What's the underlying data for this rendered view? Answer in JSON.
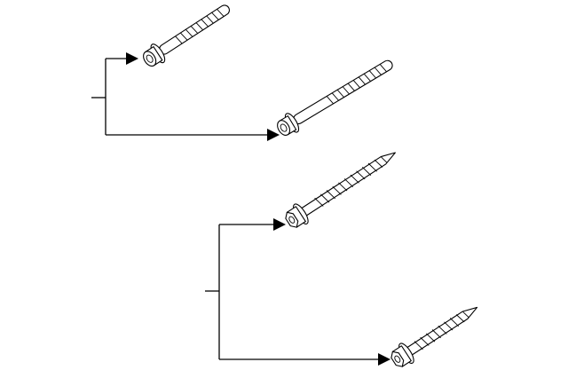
{
  "diagram": {
    "groups": [
      {
        "name": "group-top",
        "items": [
          "bolt-socket-short",
          "bolt-socket-long"
        ]
      },
      {
        "name": "group-bottom",
        "items": [
          "screw-hex-long",
          "screw-hex-short"
        ]
      }
    ],
    "colors": {
      "line": "#000000",
      "part_fill": "#ffffff",
      "background": "#ffffff"
    }
  }
}
